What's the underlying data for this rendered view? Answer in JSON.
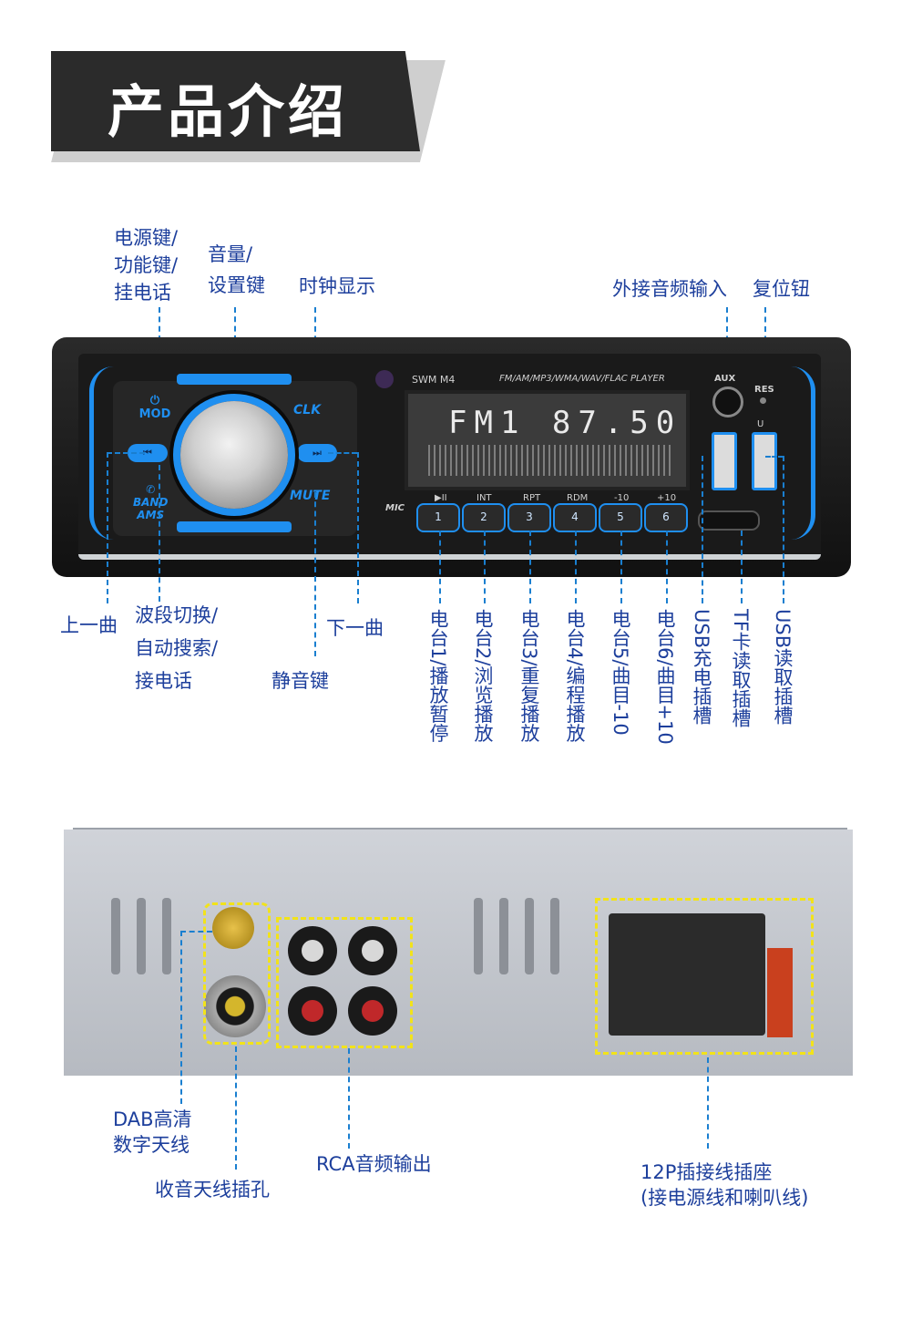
{
  "header": {
    "title": "产品介绍"
  },
  "front": {
    "labels_top": {
      "power": [
        "电源键/",
        "功能键/",
        "挂电话"
      ],
      "volume": [
        "音量/",
        "设置键"
      ],
      "clock": "时钟显示",
      "aux_in": "外接音频输入",
      "reset": "复位钮"
    },
    "labels_bottom": {
      "prev": "上一曲",
      "band": [
        "波段切换/",
        "自动搜索/",
        "接电话"
      ],
      "mute": "静音键",
      "next": "下一曲"
    },
    "vertical_labels": [
      "电台1/播放暂停",
      "电台2/浏览播放",
      "电台3/重复播放",
      "电台4/编程播放",
      "电台5/曲目-10",
      "电台6/曲目+10",
      "USB充电插槽",
      "TF卡读取插槽",
      "USB读取插槽"
    ],
    "device": {
      "model": "SWM  M4",
      "formats": "FM/AM/MP3/WMA/WAV/FLAC  PLAYER",
      "display": "FM1  87.50",
      "aux": "AUX",
      "res": "RES",
      "usb_u": "U",
      "mic": "MIC",
      "mod": "MOD",
      "clk": "CLK",
      "band": "BAND",
      "ams": "AMS",
      "mute": "MUTE",
      "preset_functions": [
        "▶II",
        "INT",
        "RPT",
        "RDM",
        "-10",
        "+10"
      ],
      "preset_numbers": [
        "1",
        "2",
        "3",
        "4",
        "5",
        "6"
      ]
    }
  },
  "back": {
    "dab": [
      "DAB高清",
      "数字天线"
    ],
    "antenna": "收音天线插孔",
    "rca": "RCA音频输出",
    "connector": [
      "12P插接线插座",
      "(接电源线和喇叭线)"
    ]
  }
}
